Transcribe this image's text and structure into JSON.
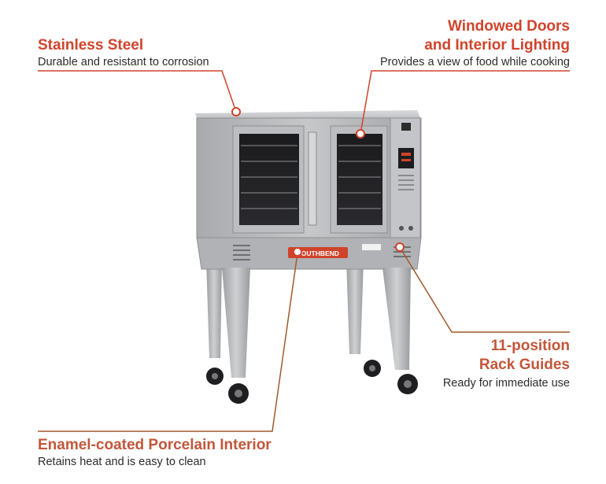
{
  "colors": {
    "accent_red": "#d0432b",
    "accent_brown": "#a05a2c",
    "steel": "#b8b9bb",
    "text": "#2b2b2b"
  },
  "callouts": {
    "stainless": {
      "title": "Stainless Steel",
      "desc": "Durable and resistant to corrosion"
    },
    "windowed": {
      "title_line1": "Windowed Doors",
      "title_line2": "and Interior Lighting",
      "desc": "Provides a view of food while cooking"
    },
    "rack": {
      "title_line1": "11-position",
      "title_line2": "Rack Guides",
      "desc": "Ready for immediate use"
    },
    "enamel": {
      "title": "Enamel-coated Porcelain Interior",
      "desc": "Retains heat and is easy to clean"
    }
  },
  "oven": {
    "brand_logo": "SOUTHBEND"
  }
}
